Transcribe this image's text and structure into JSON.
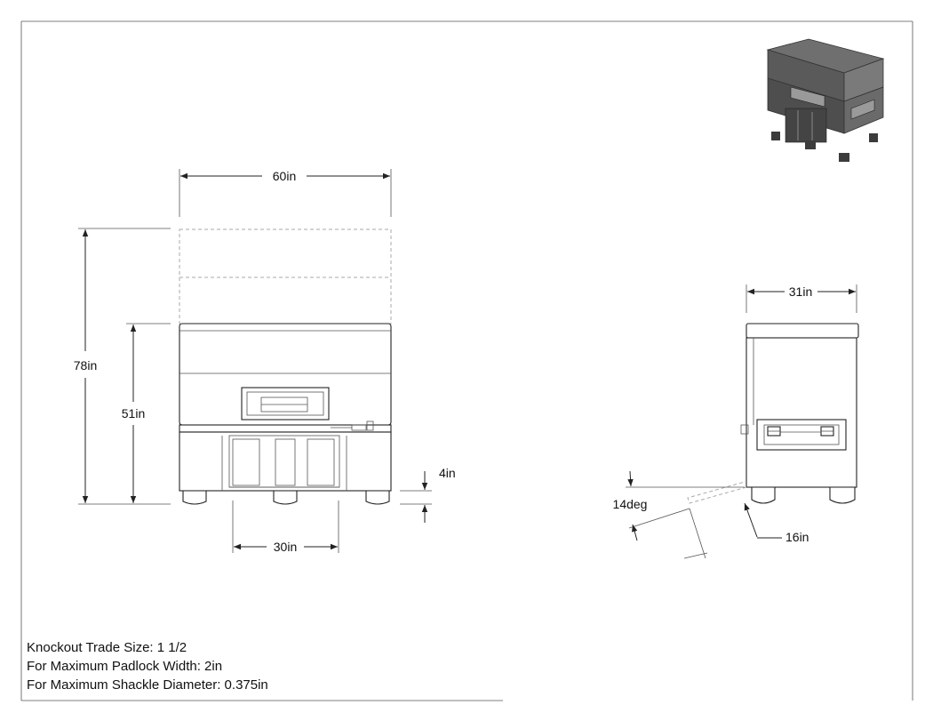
{
  "dimensions": {
    "front_width": "60in",
    "open_height": "78in",
    "closed_height": "51in",
    "leg_height": "4in",
    "leg_spacing": "30in",
    "side_depth": "31in",
    "lid_angle": "14deg",
    "lid_projection": "16in"
  },
  "notes": [
    "Knockout Trade Size: 1 1/2",
    "For Maximum Padlock Width: 2in",
    "For Maximum Shackle Diameter: 0.375in"
  ]
}
